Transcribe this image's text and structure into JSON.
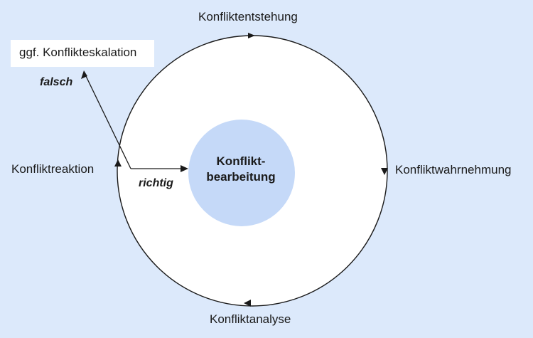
{
  "cycle": {
    "top": "Konfliktentstehung",
    "right": "Konfliktwahrnehmung",
    "bottom": "Konfliktanalyse",
    "left": "Konfliktreaktion"
  },
  "center": {
    "line1": "Konflikt-",
    "line2": "bearbeitung"
  },
  "escalation": "ggf. Konflikteskalation",
  "paths": {
    "wrong": "falsch",
    "right": "richtig"
  },
  "colors": {
    "background": "#dce9fb",
    "inner_circle": "#c5d9f8",
    "outer_circle_fill": "#ffffff",
    "stroke": "#1a1a1a"
  }
}
